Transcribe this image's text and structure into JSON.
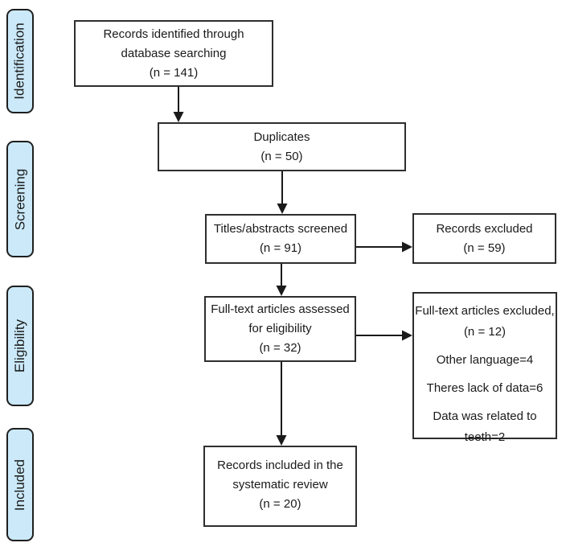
{
  "diagram": {
    "type": "prisma-flow",
    "stage_labels": [
      "Identification",
      "Screening",
      "Eligibility",
      "Included"
    ],
    "boxes": {
      "identified": {
        "text": "Records identified through\ndatabase searching\n(n = 141)"
      },
      "duplicates": {
        "text": "Duplicates\n(n = 50)"
      },
      "screened": {
        "text": "Titles/abstracts screened\n(n = 91)"
      },
      "fulltext_assessed": {
        "text": "Full-text articles assessed\nfor eligibility\n(n = 32)"
      },
      "included": {
        "text": "Records included in the\nsystematic review\n(n = 20)"
      },
      "records_excluded": {
        "text": "Records excluded\n(n = 59)"
      },
      "fulltext_excluded": {
        "paragraphs": [
          "Full-text articles excluded,\n(n = 12)",
          "Other language=4",
          "Theres lack of data=6",
          "Data was related to\nteeth=2"
        ]
      }
    },
    "colors": {
      "stage_fill": "#cbe9f9",
      "line": "#1f1f1f",
      "box_border": "#2e2e2e",
      "text": "#1a1a1a",
      "background": "#ffffff"
    }
  }
}
